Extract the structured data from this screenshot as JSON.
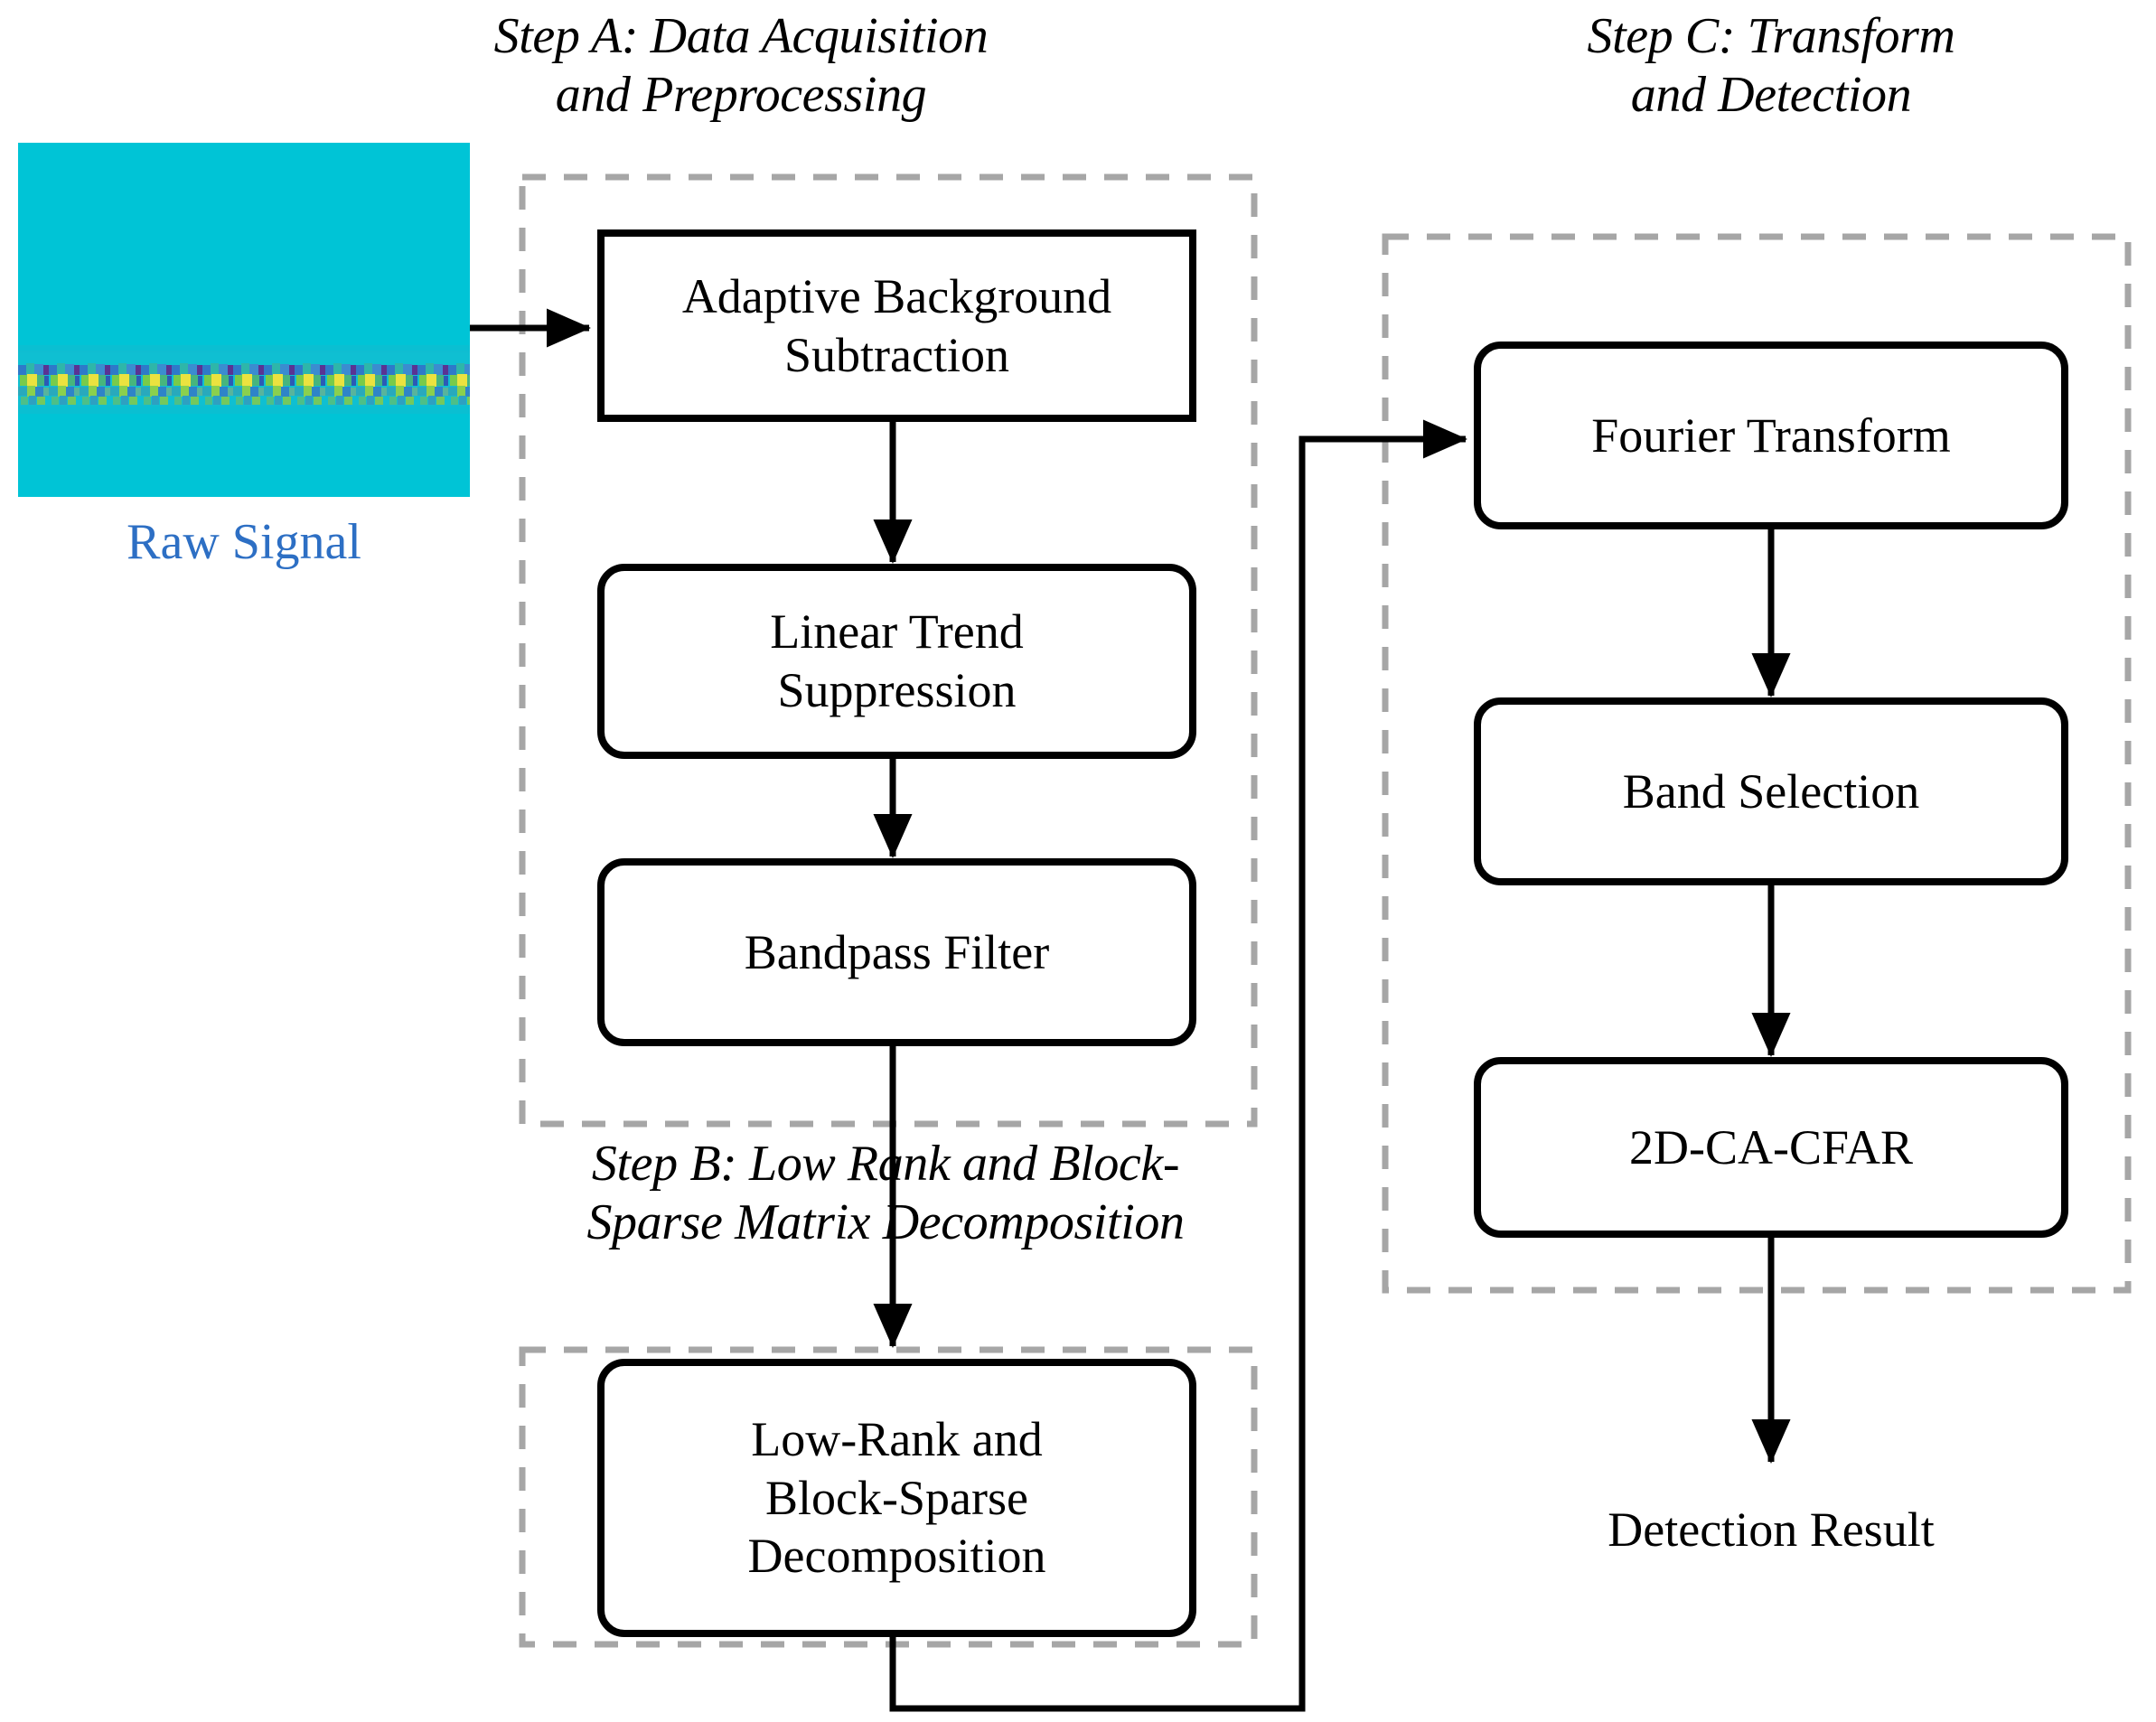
{
  "figure": {
    "kind": "pipeline-flowchart",
    "background": "#ffffff",
    "line_color": "#000000",
    "group_border_color": "#a6a6a6",
    "accent_color": "#2d6fc4",
    "raw_image_color": "#00c4d6"
  },
  "input": {
    "caption": "Raw Signal",
    "caption_color": "#2d6fc4",
    "image_name": "raw-signal-heatmap",
    "image_base_color": "#00c4d6",
    "band_colors": [
      "#f5e53c",
      "#7fce4a",
      "#2ab3a6",
      "#2a6fc4",
      "#5c2f8f"
    ]
  },
  "groups": [
    {
      "id": "step-a",
      "title": "Step A: Data Acquisition\nand Preprocessing"
    },
    {
      "id": "step-b",
      "title": "Step B: Low Rank and Block-\nSparse Matrix Decomposition"
    },
    {
      "id": "step-c",
      "title": "Step C: Transform\nand Detection"
    }
  ],
  "nodes": {
    "adaptive_background_subtraction": "Adaptive Background\nSubtraction",
    "linear_trend_suppression": "Linear Trend\nSuppression",
    "bandpass_filter": "Bandpass Filter",
    "low_rank_block_sparse_decomposition": "Low-Rank and\nBlock-Sparse\nDecomposition",
    "fourier_transform": "Fourier Transform",
    "band_selection": "Band Selection",
    "cfar": "2D-CA-CFAR"
  },
  "output": {
    "label": "Detection Result"
  }
}
